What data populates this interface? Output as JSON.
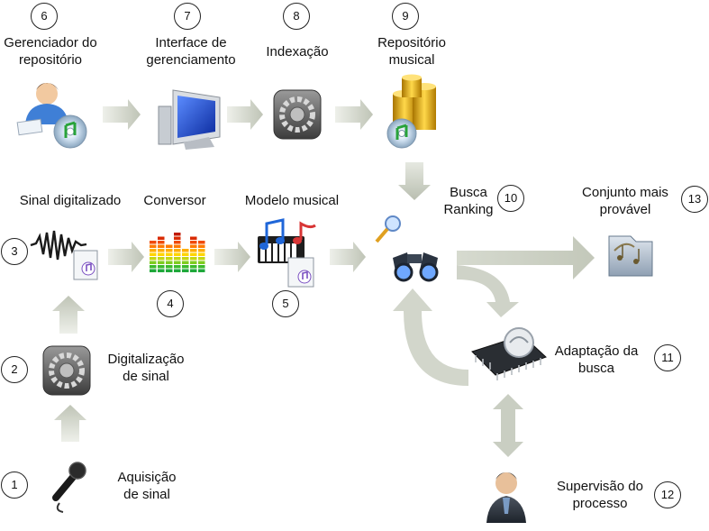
{
  "nodes": [
    {
      "id": "n1",
      "number": "1",
      "label": "Aquisição\nde sinal",
      "icon": "microphone-icon"
    },
    {
      "id": "n2",
      "number": "2",
      "label": "Digitalização\nde sinal",
      "icon": "gears-icon"
    },
    {
      "id": "n3",
      "number": "3",
      "label": "Sinal digitalizado",
      "icon": "wav-waveform-icon"
    },
    {
      "id": "n4",
      "number": "4",
      "label": "Conversor",
      "icon": "equalizer-icon"
    },
    {
      "id": "n5",
      "number": "5",
      "label": "Modelo musical",
      "icon": "midi-notes-icon"
    },
    {
      "id": "n6",
      "number": "6",
      "label": "Gerenciador do\nrepositório",
      "icon": "user-music-icon"
    },
    {
      "id": "n7",
      "number": "7",
      "label": "Interface de\ngerenciamento",
      "icon": "computer-monitor-icon"
    },
    {
      "id": "n8",
      "number": "8",
      "label": "Indexação",
      "icon": "gears-icon"
    },
    {
      "id": "n9",
      "number": "9",
      "label": "Repositório\nmusical",
      "icon": "coins-music-icon"
    },
    {
      "id": "n10",
      "number": "10",
      "label": "Busca\nRanking",
      "icon": "binoculars-search-icon"
    },
    {
      "id": "n11",
      "number": "11",
      "label": "Adaptação da\nbusca",
      "icon": "chip-processor-icon"
    },
    {
      "id": "n12",
      "number": "12",
      "label": "Supervisão do\nprocesso",
      "icon": "supervisor-person-icon"
    },
    {
      "id": "n13",
      "number": "13",
      "label": "Conjunto mais\nprovável",
      "icon": "music-folder-icon"
    }
  ],
  "colors": {
    "arrow": "#c8cdc2",
    "arrow_shade": "#a9ae9f",
    "circle_border": "#222222",
    "text": "#111111"
  }
}
